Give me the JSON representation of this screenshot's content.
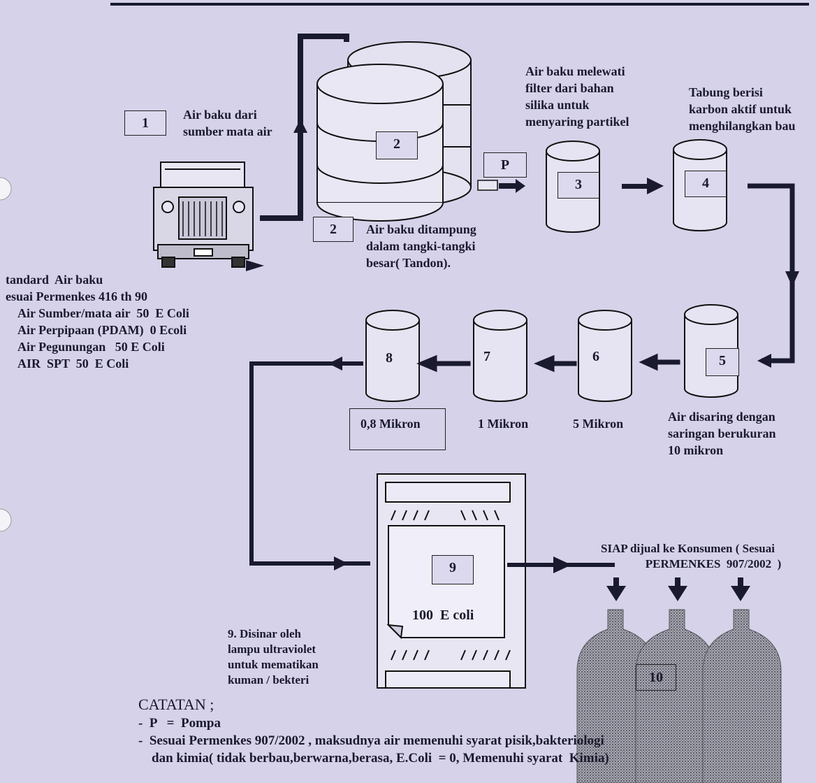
{
  "steps": {
    "s1": {
      "num": "1",
      "label": "Air baku dari\nsumber mata air"
    },
    "s2": {
      "num": "2",
      "num_bottom": "2",
      "label": "Air baku ditampung\ndalam tangki-tangki\nbesar( Tandon)."
    },
    "pump": {
      "num": "P"
    },
    "s3": {
      "num": "3",
      "label": "Air baku melewati\nfilter dari bahan\nsilika untuk\nmenyaring partikel"
    },
    "s4": {
      "num": "4",
      "label": "Tabung berisi\nkarbon aktif untuk\nmenghilangkan bau"
    },
    "s5": {
      "num": "5",
      "label": "Air disaring dengan\nsaringan berukuran\n10 mikron"
    },
    "s6": {
      "num": "6",
      "label": "5 Mikron"
    },
    "s7": {
      "num": "7",
      "label": "1 Mikron"
    },
    "s8": {
      "num": "8",
      "label": "0,8 Mikron"
    },
    "s9": {
      "num": "9",
      "inner": "100  E coli",
      "label": "9. Disinar oleh\nlampu ultraviolet\nuntuk mematikan\nkuman / bekteri"
    },
    "s10": {
      "num": "10",
      "label": "SIAP dijual ke Konsumen ( Sesuai\n               PERMENKES  907/2002  )"
    }
  },
  "standard": {
    "lines": [
      "tandard  Air baku",
      "esuai Permenkes 416 th 90",
      "    Air Sumber/mata air  50  E Coli",
      "    Air Perpipaan (PDAM)  0 Ecoli",
      "    Air Pegunungan   50 E Coli",
      "    AIR  SPT  50  E Coli"
    ]
  },
  "notes": {
    "title": "CATATAN ;",
    "lines": [
      "-  P   =  Pompa",
      "-  Sesuai Permenkes 907/2002 , maksudnya air memenuhi syarat pisik,bakteriologi",
      "    dan kimia( tidak berbau,berwarna,berasa, E.Coli  = 0, Memenuhi syarat  Kimia)"
    ]
  },
  "colors": {
    "background": "#d6d2e9",
    "ink": "#1a1a2e",
    "gallon": "#8f8f9c"
  }
}
